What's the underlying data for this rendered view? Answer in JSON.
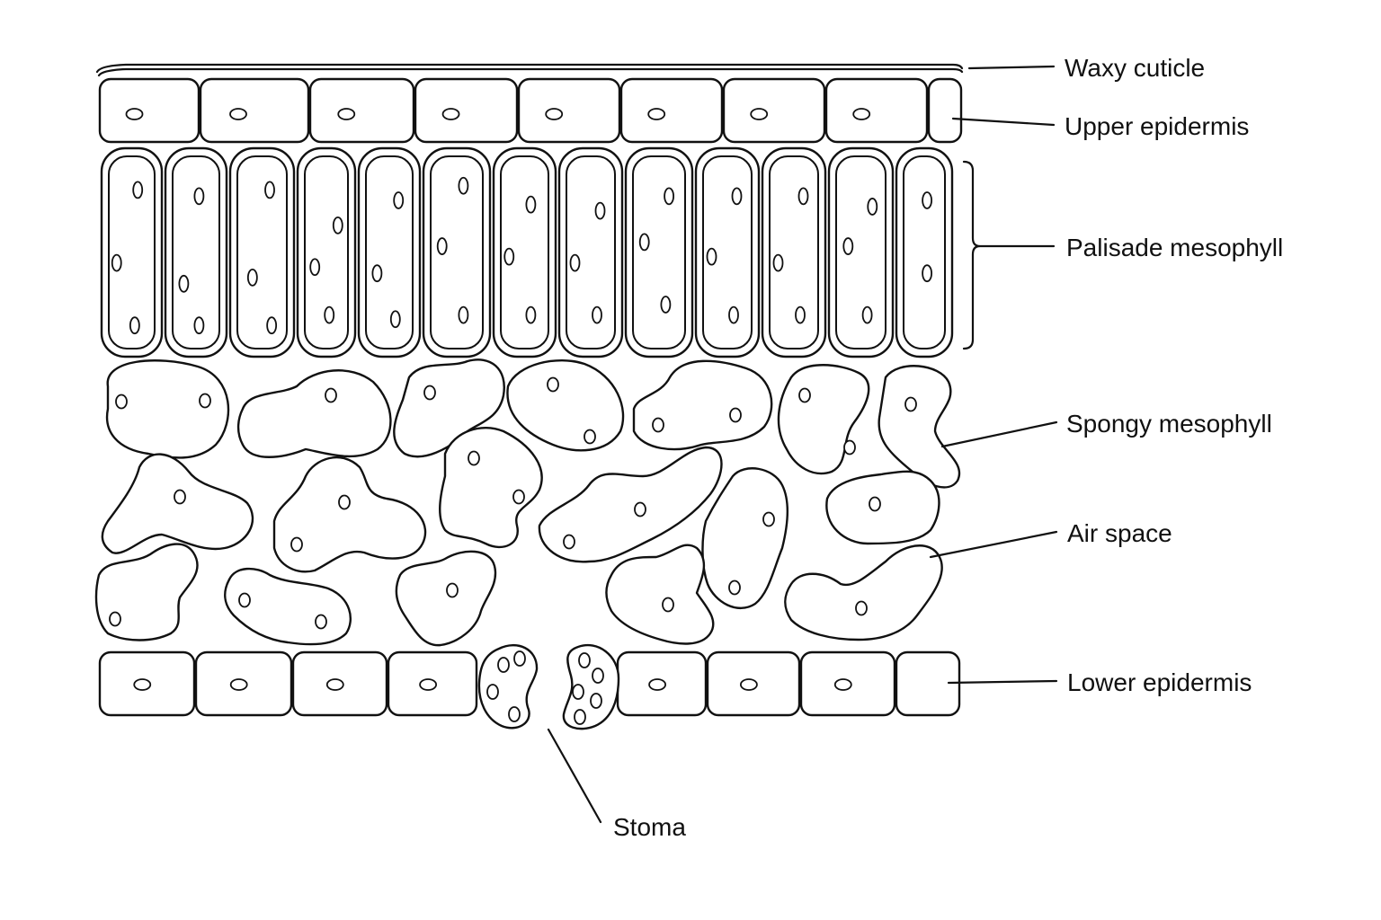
{
  "labels": {
    "waxy_cuticle": "Waxy cuticle",
    "upper_epidermis": "Upper epidermis",
    "palisade_mesophyll": "Palisade mesophyll",
    "spongy_mesophyll": "Spongy mesophyll",
    "air_space": "Air space",
    "lower_epidermis": "Lower epidermis",
    "stoma": "Stoma"
  },
  "colors": {
    "line": "#111111",
    "background": "#ffffff"
  }
}
